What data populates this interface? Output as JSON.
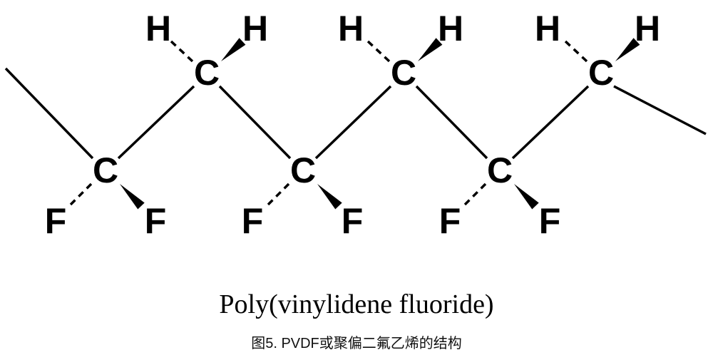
{
  "figure": {
    "name": "Poly(vinylidene fluoride)",
    "caption_zh": "图5. PVDF或聚偏二氟乙烯的结构"
  },
  "atoms": {
    "carbon": "C",
    "hydrogen": "H",
    "fluorine": "F"
  },
  "colors": {
    "bond": "#000000",
    "background": "#ffffff"
  }
}
